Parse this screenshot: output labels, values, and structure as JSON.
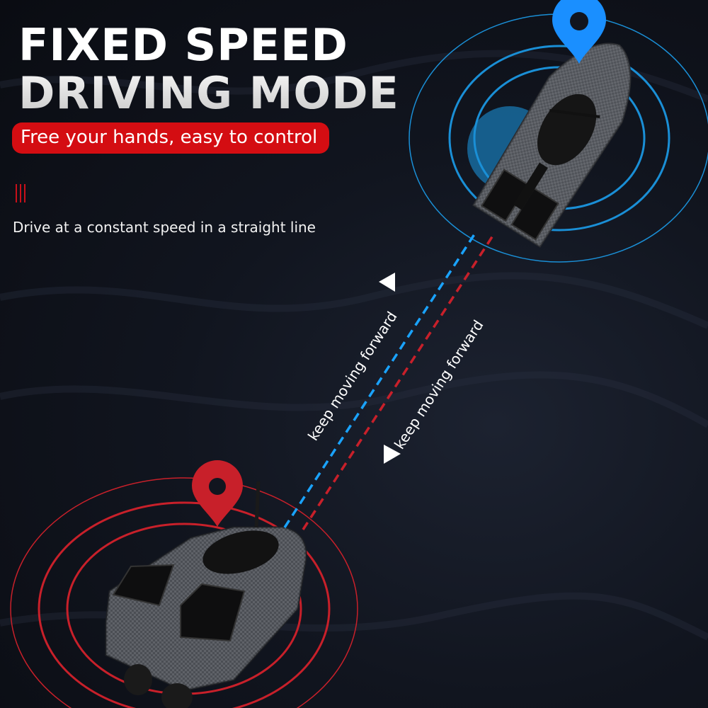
{
  "headline": {
    "line1": "FIXED SPEED",
    "line2": "DRIVING MODE"
  },
  "tagline": "Free your hands, easy to control",
  "divider_icon": "triple-bar-icon",
  "description": "Drive at a constant speed in a straight line",
  "path_labels": {
    "blue": "keep moving forward",
    "red": "keep moving forward"
  },
  "markers": {
    "destination": {
      "icon": "location-pin-icon",
      "color": "#1a8fff"
    },
    "origin": {
      "icon": "location-pin-icon",
      "color": "#c8202a"
    }
  },
  "colors": {
    "accent_red": "#d40d12",
    "path_blue": "#1aa3ff",
    "path_red": "#c8202a",
    "ring_blue": "#1a8fd6",
    "ring_red": "#c8202a"
  }
}
